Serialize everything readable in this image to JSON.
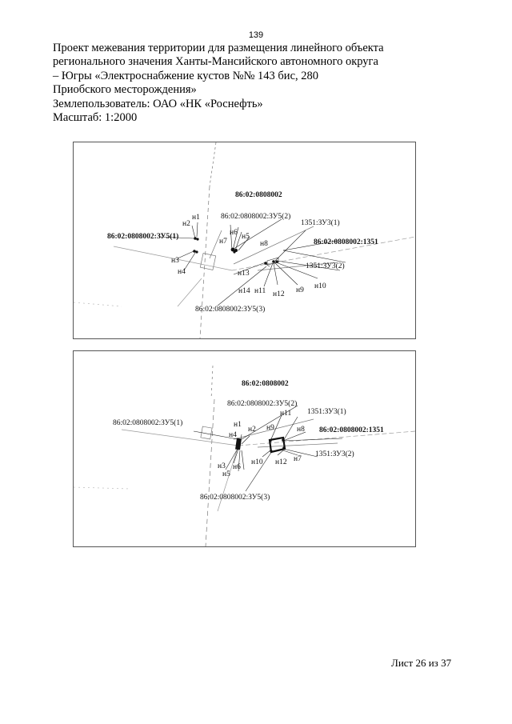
{
  "page_number": "139",
  "header": {
    "lines": [
      "Проект межевания территории для размещения линейного объекта",
      "регионального значения Ханты-Мансийского автономного округа",
      "– Югры «Электроснабжение кустов №№ 143 бис, 280",
      "Приобского месторождения»",
      "Землепользователь: ОАО «НК «Роснефть»",
      "Масштаб: 1:2000"
    ]
  },
  "map1": {
    "labels": {
      "main": "86:02:0808002",
      "zu5_2": "86:02:0808002:ЗУ5(2)",
      "zu3_1": "1351:ЗУ3(1)",
      "zu5_1": "86:02:0808002:ЗУ5(1)",
      "p1351": "86:02:0808002:1351",
      "zu3_2": "1351:ЗУ3(2)",
      "zu5_3": "86:02:0808002:ЗУ5(3)",
      "n1": "н1",
      "n2": "н2",
      "n3": "н3",
      "n4": "н4",
      "n5": "н5",
      "n6": "н6",
      "n7": "н7",
      "n8": "н8",
      "n9": "н9",
      "n10": "н10",
      "n11": "н11",
      "n12": "н12",
      "n13": "н13",
      "n14": "н14"
    }
  },
  "map2": {
    "labels": {
      "main": "86:02:0808002",
      "zu5_2": "86:02:0808002:ЗУ5(2)",
      "zu3_1": "1351:ЗУ3(1)",
      "zu5_1": "86:02:0808002:ЗУ5(1)",
      "p1351": "86:02:0808002:1351",
      "zu3_2": "1351:ЗУ3(2)",
      "zu5_3": "86:02:0808002:ЗУ5(3)",
      "n1": "н1",
      "n2": "н2",
      "n3": "н3",
      "n4": "н4",
      "n5": "н5",
      "n6": "н6",
      "n7": "н7",
      "n8": "н8",
      "n9": "н9",
      "n10": "н10",
      "n11": "н11",
      "n12": "н12"
    }
  },
  "footer": "Лист 26 из 37"
}
